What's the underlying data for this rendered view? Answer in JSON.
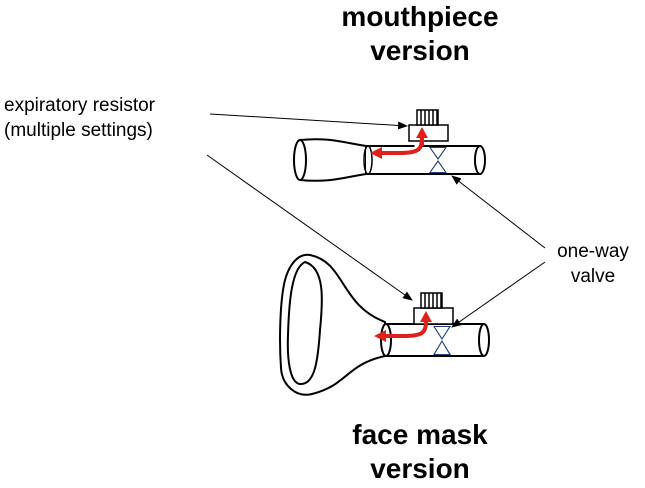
{
  "labels": {
    "top_title_line1": "mouthpiece",
    "top_title_line2": "version",
    "bottom_title_line1": "face mask",
    "bottom_title_line2": "version",
    "resistor_line1": "expiratory resistor",
    "resistor_line2": "(multiple settings)",
    "valve_line1": "one-way",
    "valve_line2": "valve"
  },
  "colors": {
    "flow_arrow": "#e0201c",
    "valve": "#1f3f7a",
    "line": "#000000",
    "tube_fill": "#ffffff"
  }
}
